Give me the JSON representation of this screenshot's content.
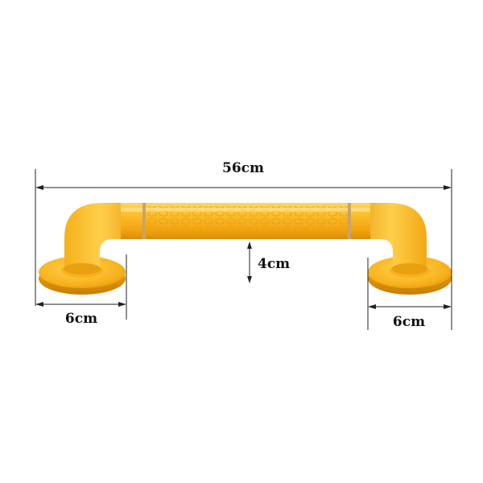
{
  "product": {
    "name_icon": "grab-bar-icon",
    "color_main": "#f8b21c",
    "color_light": "#ffd45a",
    "color_dark": "#d98d06",
    "color_ring": "#c9a36b"
  },
  "dimensions": {
    "total_length": "56cm",
    "bar_height": "4cm",
    "left_base_diameter": "6cm",
    "right_base_diameter": "6cm"
  }
}
